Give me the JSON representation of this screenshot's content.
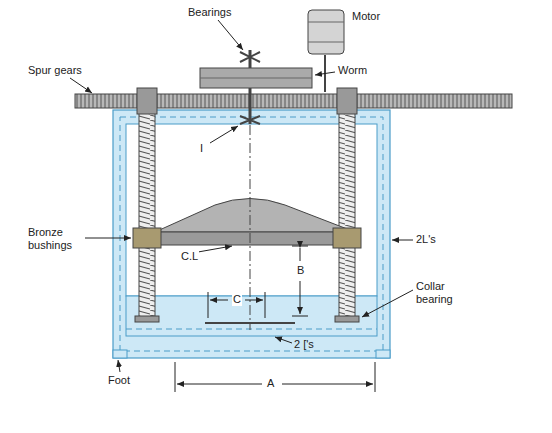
{
  "diagram": {
    "labels": [
      "Bearings",
      "Motor",
      "Spur gears",
      "Worm",
      "I",
      "Bronze bushings",
      "C.L",
      "B",
      "2L's",
      "C",
      "Collar bearing",
      "2 ['s",
      "Foot",
      "A"
    ]
  }
}
